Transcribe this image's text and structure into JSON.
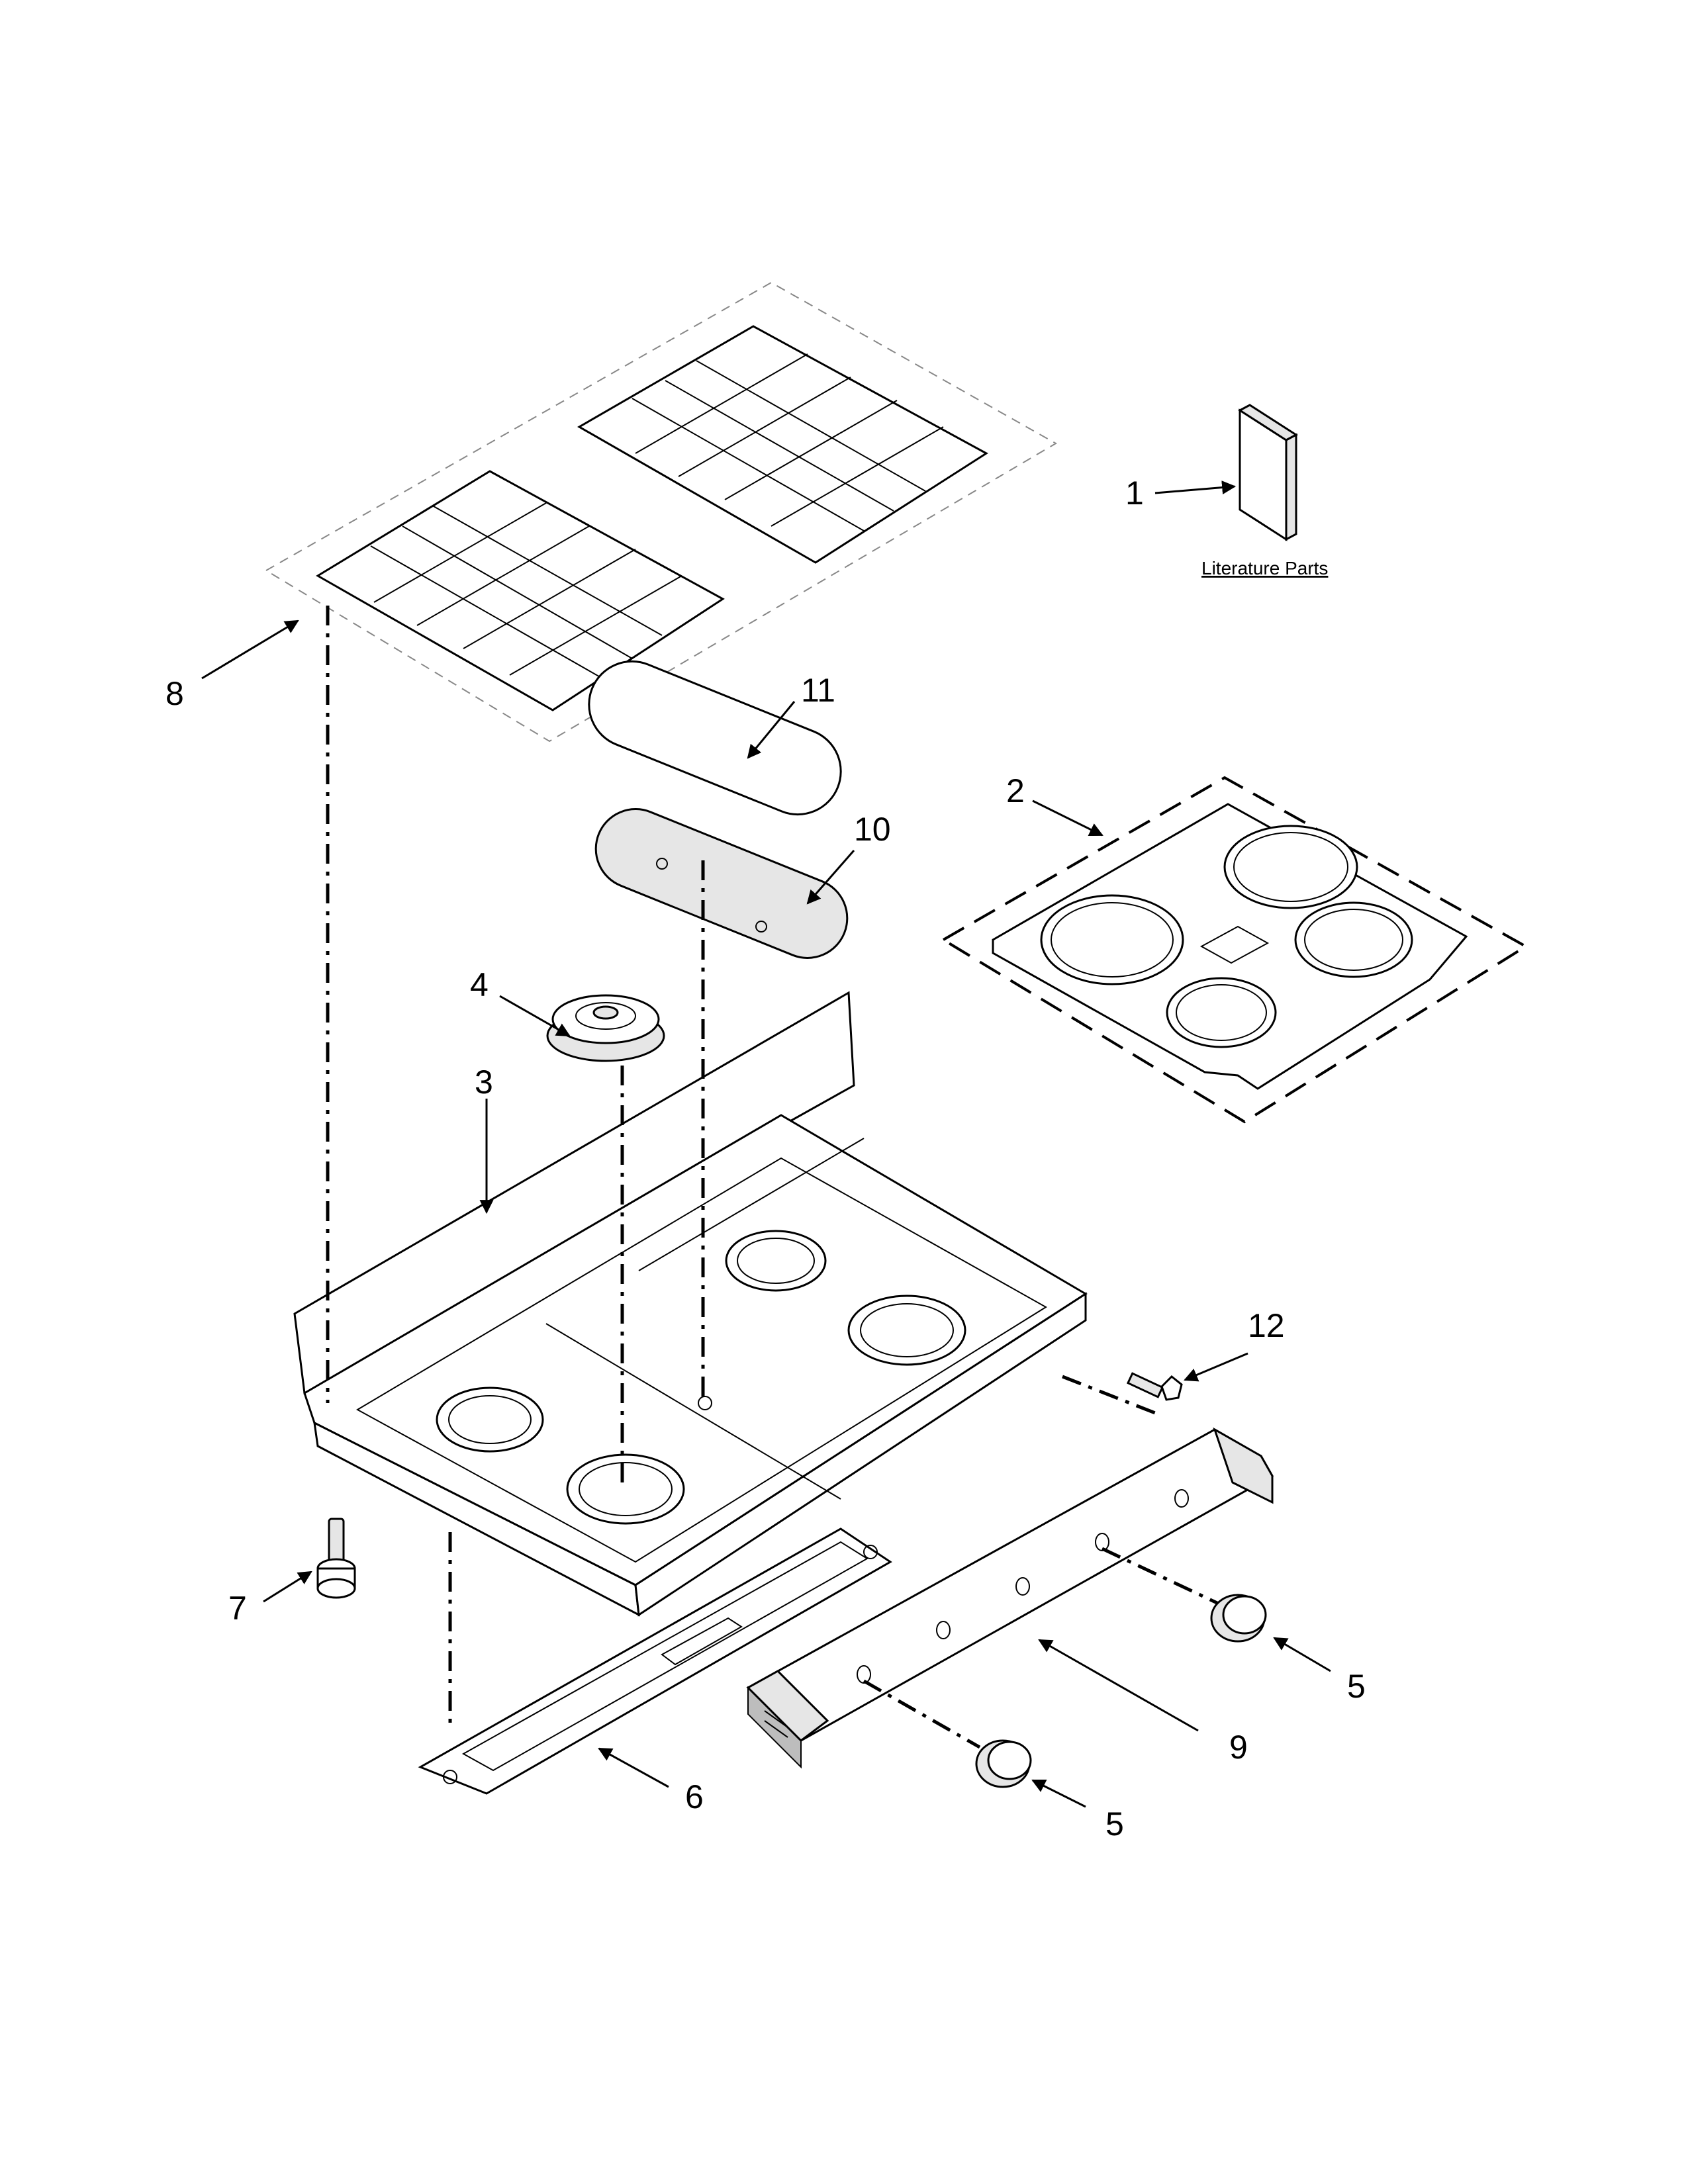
{
  "literature": {
    "label": "Literature Parts"
  },
  "callouts": {
    "c1": "1",
    "c2": "2",
    "c3": "3",
    "c4": "4",
    "c5a": "5",
    "c5b": "5",
    "c6": "6",
    "c7": "7",
    "c8": "8",
    "c9": "9",
    "c10": "10",
    "c11": "11",
    "c12": "12"
  }
}
